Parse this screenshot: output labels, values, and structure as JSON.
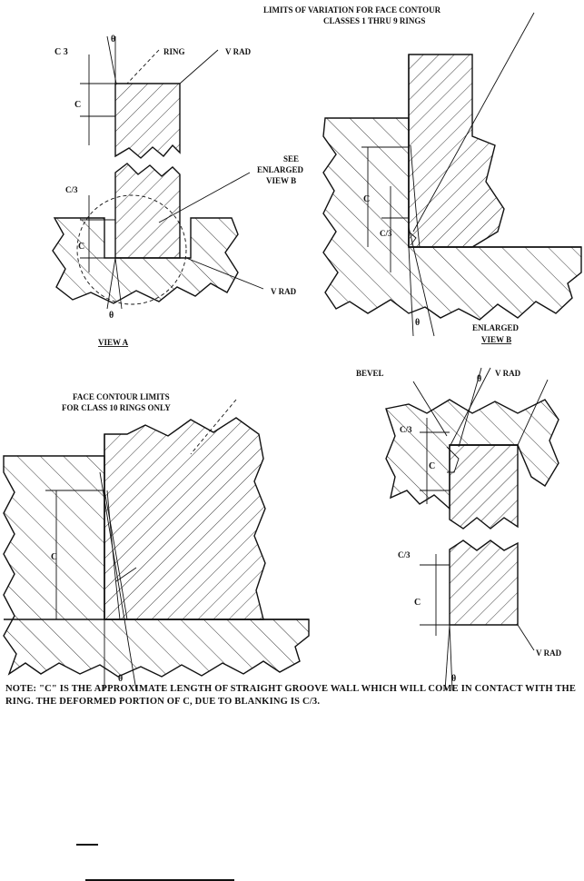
{
  "labels": {
    "view_a_c3": "C 3",
    "view_a_theta_top": "θ",
    "view_a_ring": "RING",
    "view_a_vrad_top": "V RAD",
    "view_a_c_top": "C",
    "view_a_see": "SEE",
    "view_a_enlarged": "ENLARGED",
    "view_a_view_b": "VIEW B",
    "view_a_c3_mid": "C/3",
    "view_a_c_mid": "C",
    "view_a_vrad_bottom": "V RAD",
    "view_a_theta_bottom": "θ",
    "view_a_caption": "VIEW A",
    "limits_line1": "LIMITS OF VARIATION FOR FACE CONTOUR",
    "limits_line2": "CLASSES 1 THRU 9 RINGS",
    "view_b_c": "C",
    "view_b_c3": "C/3",
    "view_b_theta": "θ",
    "view_b_caption1": "ENLARGED",
    "view_b_caption2": "VIEW B",
    "face_line1": "FACE CONTOUR LIMITS",
    "face_line2": "FOR CLASS 10 RINGS ONLY",
    "class10_c": "C",
    "class10_theta": "θ",
    "bevel": "BEVEL",
    "br_theta_top": "θ",
    "br_vrad_top": "V RAD",
    "br_c3_top": "C/3",
    "br_c_top": "C",
    "br_c3_mid": "C/3",
    "br_c_mid": "C",
    "br_vrad_bottom": "V RAD",
    "br_theta_bottom": "θ"
  },
  "note": "NOTE: \"C\" IS THE APPROXIMATE LENGTH OF STRAIGHT GROOVE WALL WHICH WILL COME IN CONTACT WITH THE RING. THE DEFORMED PORTION OF C, DUE TO BLANKING IS C/3."
}
